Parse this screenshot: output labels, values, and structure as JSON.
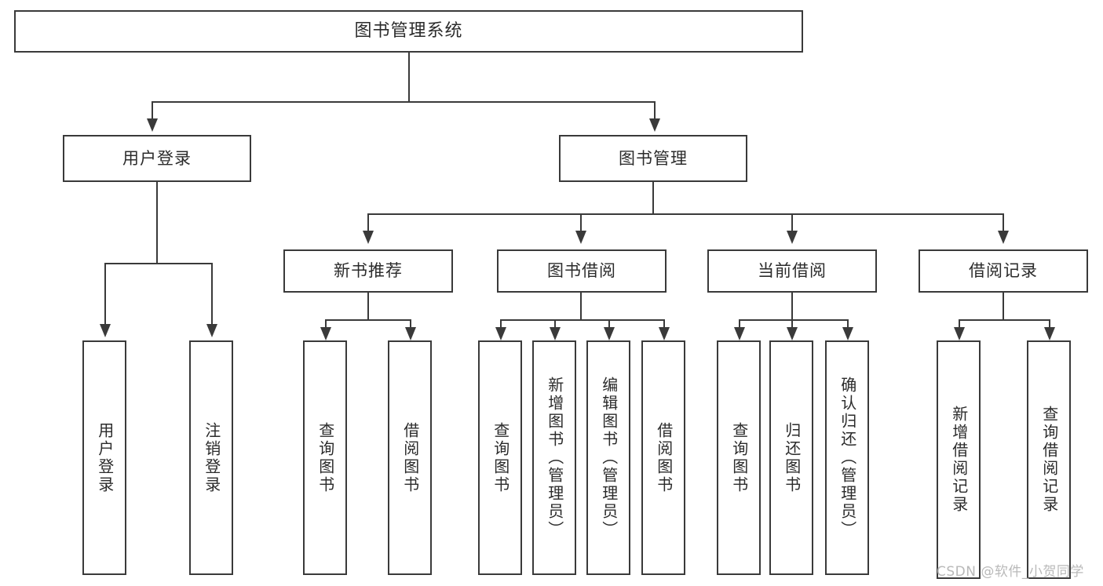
{
  "diagram": {
    "title": "图书管理系统",
    "type": "functional-structure-tree",
    "root": {
      "label": "图书管理系统"
    },
    "level1": [
      {
        "label": "用户登录"
      },
      {
        "label": "图书管理"
      }
    ],
    "level2": [
      {
        "label": "新书推荐"
      },
      {
        "label": "图书借阅"
      },
      {
        "label": "当前借阅"
      },
      {
        "label": "借阅记录"
      }
    ],
    "leaves": {
      "user_login": [
        {
          "label": "用户登录"
        },
        {
          "label": "注销登录"
        }
      ],
      "new_book_recommend": [
        {
          "label": "查询图书"
        },
        {
          "label": "借阅图书"
        }
      ],
      "book_borrow": [
        {
          "label": "查询图书"
        },
        {
          "label": "新增图书（管理员）"
        },
        {
          "label": "编辑图书（管理员）"
        },
        {
          "label": "借阅图书"
        }
      ],
      "current_borrow": [
        {
          "label": "查询图书"
        },
        {
          "label": "归还图书"
        },
        {
          "label": "确认归还（管理员）"
        }
      ],
      "borrow_record": [
        {
          "label": "新增借阅记录"
        },
        {
          "label": "查询借阅记录"
        }
      ]
    }
  },
  "watermark": {
    "text": "CSDN @软件_小贺同学"
  },
  "colors": {
    "stroke": "#3a3a3a",
    "text": "#2b2b2b",
    "background": "#ffffff",
    "watermark": "#b9b9b9"
  }
}
